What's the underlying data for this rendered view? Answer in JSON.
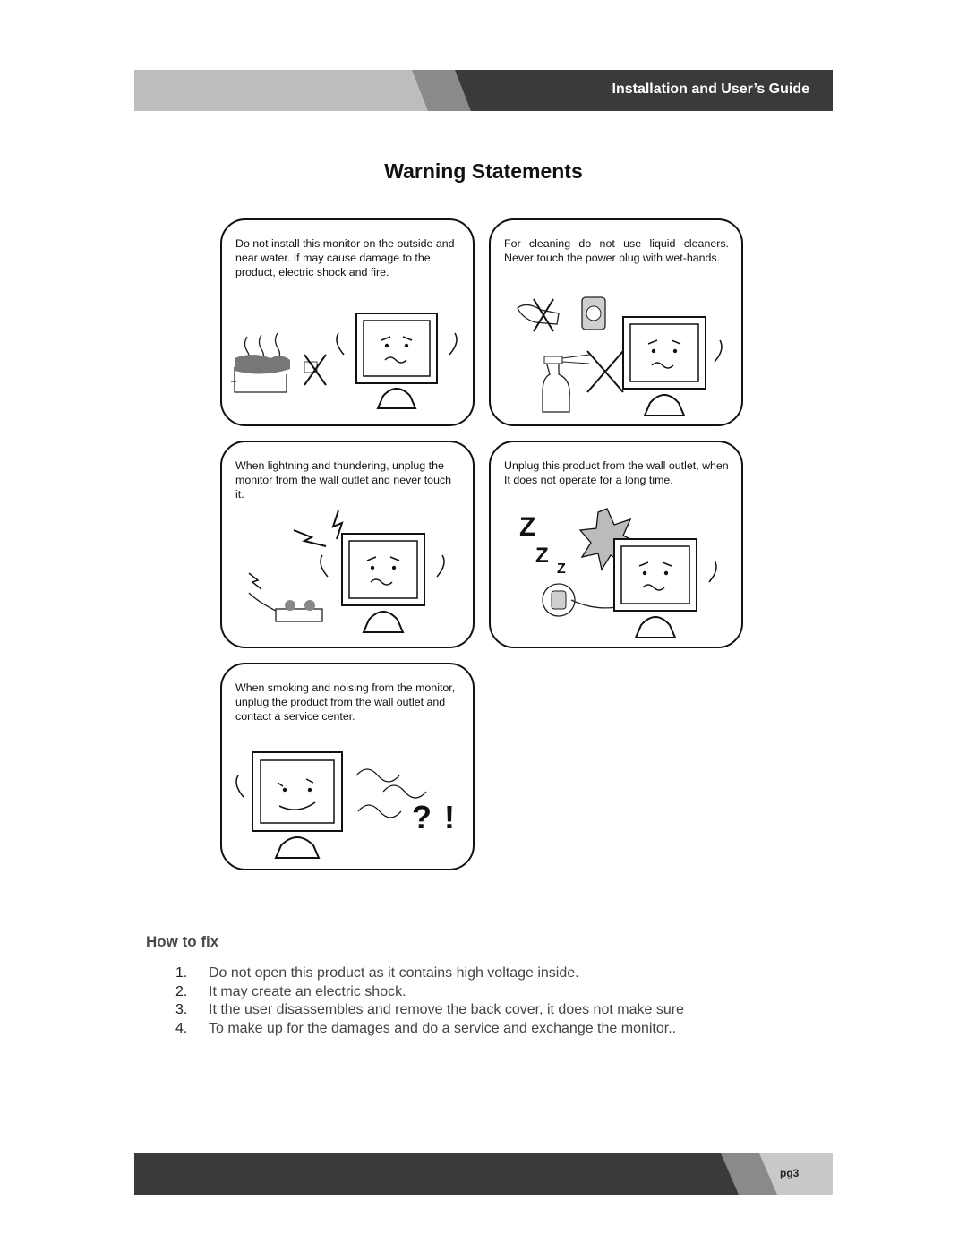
{
  "header": {
    "title": "Installation and User’s Guide"
  },
  "page_title": "Warning Statements",
  "cards": [
    {
      "text": "Do not install this monitor on the outside and near water. If may cause damage to the product, electric shock and fire.",
      "icon": "rain-water-icon"
    },
    {
      "text": "For cleaning do not use liquid cleaners. Never touch the power plug with wet-hands.",
      "icon": "spray-cleaner-icon"
    },
    {
      "text": "When lightning and thundering, unplug the monitor from the wall outlet and never touch it.",
      "icon": "lightning-icon"
    },
    {
      "text": "Unplug this product from the wall outlet, when It does not operate for a long time.",
      "icon": "sleeping-monitor-icon"
    },
    {
      "text": "When smoking and noising from the monitor, unplug the product from the wall outlet and contact a service center.",
      "icon": "smoke-monitor-icon",
      "mark": "? !"
    }
  ],
  "how_to_fix": {
    "heading": "How to fix",
    "items": [
      {
        "num": "1.",
        "text": "Do not open this product as it contains high voltage inside."
      },
      {
        "num": "2.",
        "text": "It may create an electric shock."
      },
      {
        "num": "3.",
        "text": "It the user disassembles and remove the back cover, it does not make sure"
      },
      {
        "num": "4.",
        "text": "To make up for the damages and do a service and exchange the monitor.."
      }
    ]
  },
  "footer": {
    "page": "pg3"
  },
  "colors": {
    "band_light": "#bdbdbd",
    "band_mid": "#8a8a8a",
    "band_dark": "#3a3a3a"
  }
}
